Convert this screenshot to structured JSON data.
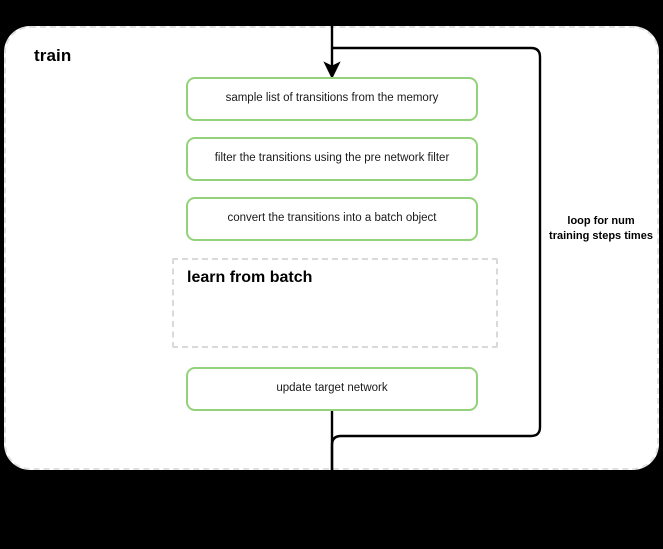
{
  "diagram": {
    "title": "train",
    "background_color": "#000000",
    "container_fill": "#ffffff",
    "container_border_color": "#e0e0e0",
    "accent_color": "#93d27a",
    "connector_color": "#000000",
    "steps": [
      {
        "id": "sample",
        "label": "sample list of transitions from the memory"
      },
      {
        "id": "filter",
        "label": "filter the transitions using the pre network filter"
      },
      {
        "id": "convert",
        "label": "convert the transitions into a batch object"
      },
      {
        "id": "update",
        "label": "update target network"
      }
    ],
    "sub_container": {
      "title": "learn from batch",
      "border_color": "#d9d9d9",
      "border_style": "dashed"
    },
    "loop": {
      "label": "loop for num training steps times",
      "direction": "back-edge"
    }
  }
}
